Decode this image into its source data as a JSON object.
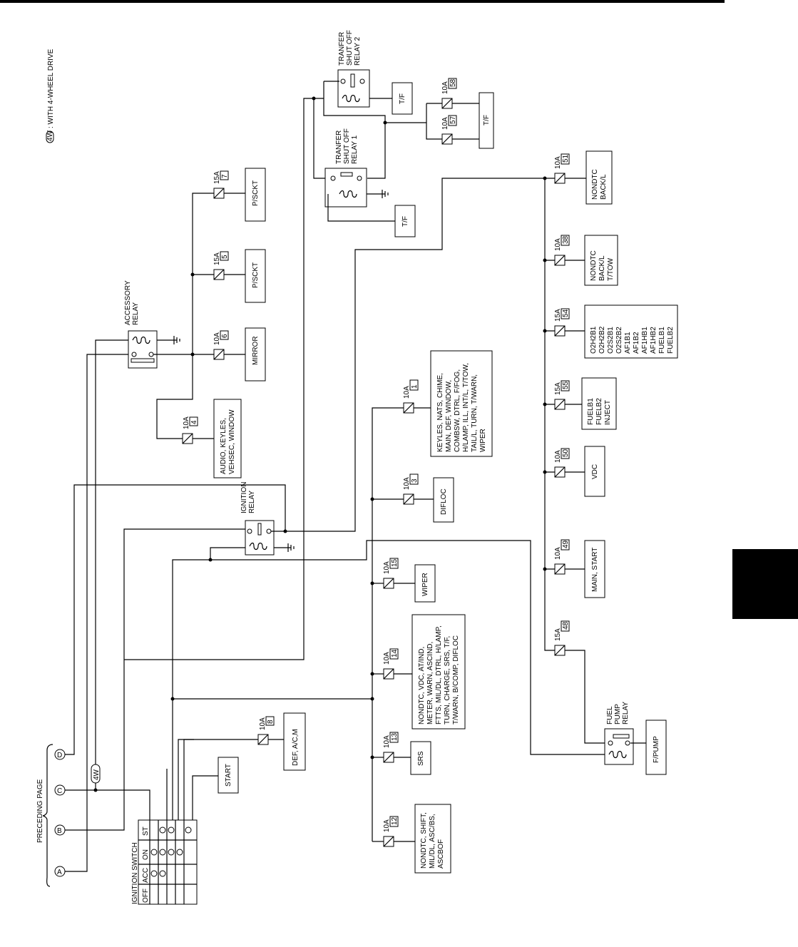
{
  "legend": {
    "badge": "4W",
    "text": ": WITH 4-WHEEL DRIVE"
  },
  "preceding_page": "PRECEDING PAGE",
  "connectors": [
    "A",
    "B",
    "C",
    "D"
  ],
  "ignition_switch": {
    "title": "IGNITION SWITCH",
    "positions": [
      "OFF",
      "ACC",
      "ON",
      "ST"
    ]
  },
  "relays": {
    "accessory": [
      "ACCESSORY",
      "RELAY"
    ],
    "ignition": [
      "IGNITION",
      "RELAY"
    ],
    "transfer1": [
      "TRANFER",
      "SHUT OFF",
      "RELAY 1"
    ],
    "transfer2": [
      "TRANFER",
      "SHUT OFF",
      "RELAY 2"
    ],
    "fuel_pump": [
      "FUEL",
      "PUMP",
      "RELAY"
    ]
  },
  "fuses": {
    "f4": {
      "amp": "10A",
      "num": "4"
    },
    "f6": {
      "amp": "10A",
      "num": "6"
    },
    "f5": {
      "amp": "15A",
      "num": "5"
    },
    "f7": {
      "amp": "15A",
      "num": "7"
    },
    "f8": {
      "amp": "10A",
      "num": "8"
    },
    "f12": {
      "amp": "10A",
      "num": "12"
    },
    "f13": {
      "amp": "10A",
      "num": "13"
    },
    "f14": {
      "amp": "10A",
      "num": "14"
    },
    "f15": {
      "amp": "10A",
      "num": "15"
    },
    "f3": {
      "amp": "10A",
      "num": "3"
    },
    "f1": {
      "amp": "10A",
      "num": "1"
    },
    "f48": {
      "amp": "15A",
      "num": "48"
    },
    "f49": {
      "amp": "10A",
      "num": "49"
    },
    "f50": {
      "amp": "10A",
      "num": "50"
    },
    "f55": {
      "amp": "15A",
      "num": "55"
    },
    "f54": {
      "amp": "15A",
      "num": "54"
    },
    "f38": {
      "amp": "10A",
      "num": "38"
    },
    "f51": {
      "amp": "10A",
      "num": "51"
    },
    "f57": {
      "amp": "10A",
      "num": "57"
    },
    "f58": {
      "amp": "10A",
      "num": "58"
    }
  },
  "loads": {
    "audio": [
      "AUDIO, KEYLES,",
      "VEHSEC, WINDOW"
    ],
    "mirror": [
      "MIRROR"
    ],
    "psckt5": [
      "P/SCKT"
    ],
    "psckt7": [
      "P/SCKT"
    ],
    "defac": [
      "DEF, A/C,M"
    ],
    "start": [
      "START"
    ],
    "f12": [
      "NONDTC, SHIFT,",
      "MIL/DL, ASC/BS,",
      "ASCBOF"
    ],
    "srs": [
      "SRS"
    ],
    "f14": [
      "NONDTC, VDC, AT/IND,",
      "METER, WARN, ASCIND,",
      "FTTS, MIL/DL, DTRL, H/LAMP,",
      "TURN, CHARGE, SRS, T/F,",
      "T/WARN, B/COMP, DIFLOC"
    ],
    "wiper": [
      "WIPER"
    ],
    "difloc": [
      "DIFLOC"
    ],
    "f1": [
      "KEYLES, NATS, CHIME,",
      "MAIN, DEF, WINDOW,",
      "COMBSW, DTRL, F/FOG,",
      "H/LAMP, ILL, INT/L, T/TOW,",
      "TAIL/L, TURN, T/WARN,",
      "WIPER"
    ],
    "fpump": [
      "F/PUMP"
    ],
    "mainstart": [
      "MAIN, START"
    ],
    "vdc": [
      "VDC"
    ],
    "f55": [
      "FUELB1",
      "FUELB2",
      "INJECT"
    ],
    "f54": [
      "O2H2B1",
      "O2H2B2",
      "O2S2B1",
      "O2S2B2",
      "AF1B1",
      "AF1B2",
      "AF1HB1",
      "AF1HB2",
      "FUELB1",
      "FUELB2"
    ],
    "f38": [
      "NONDTC",
      "BACK/L",
      "T/TOW"
    ],
    "f51": [
      "NONDTC",
      "BACK/L"
    ],
    "tf1": [
      "T/F"
    ],
    "tf2": [
      "T/F"
    ],
    "tf3": [
      "T/F"
    ]
  }
}
